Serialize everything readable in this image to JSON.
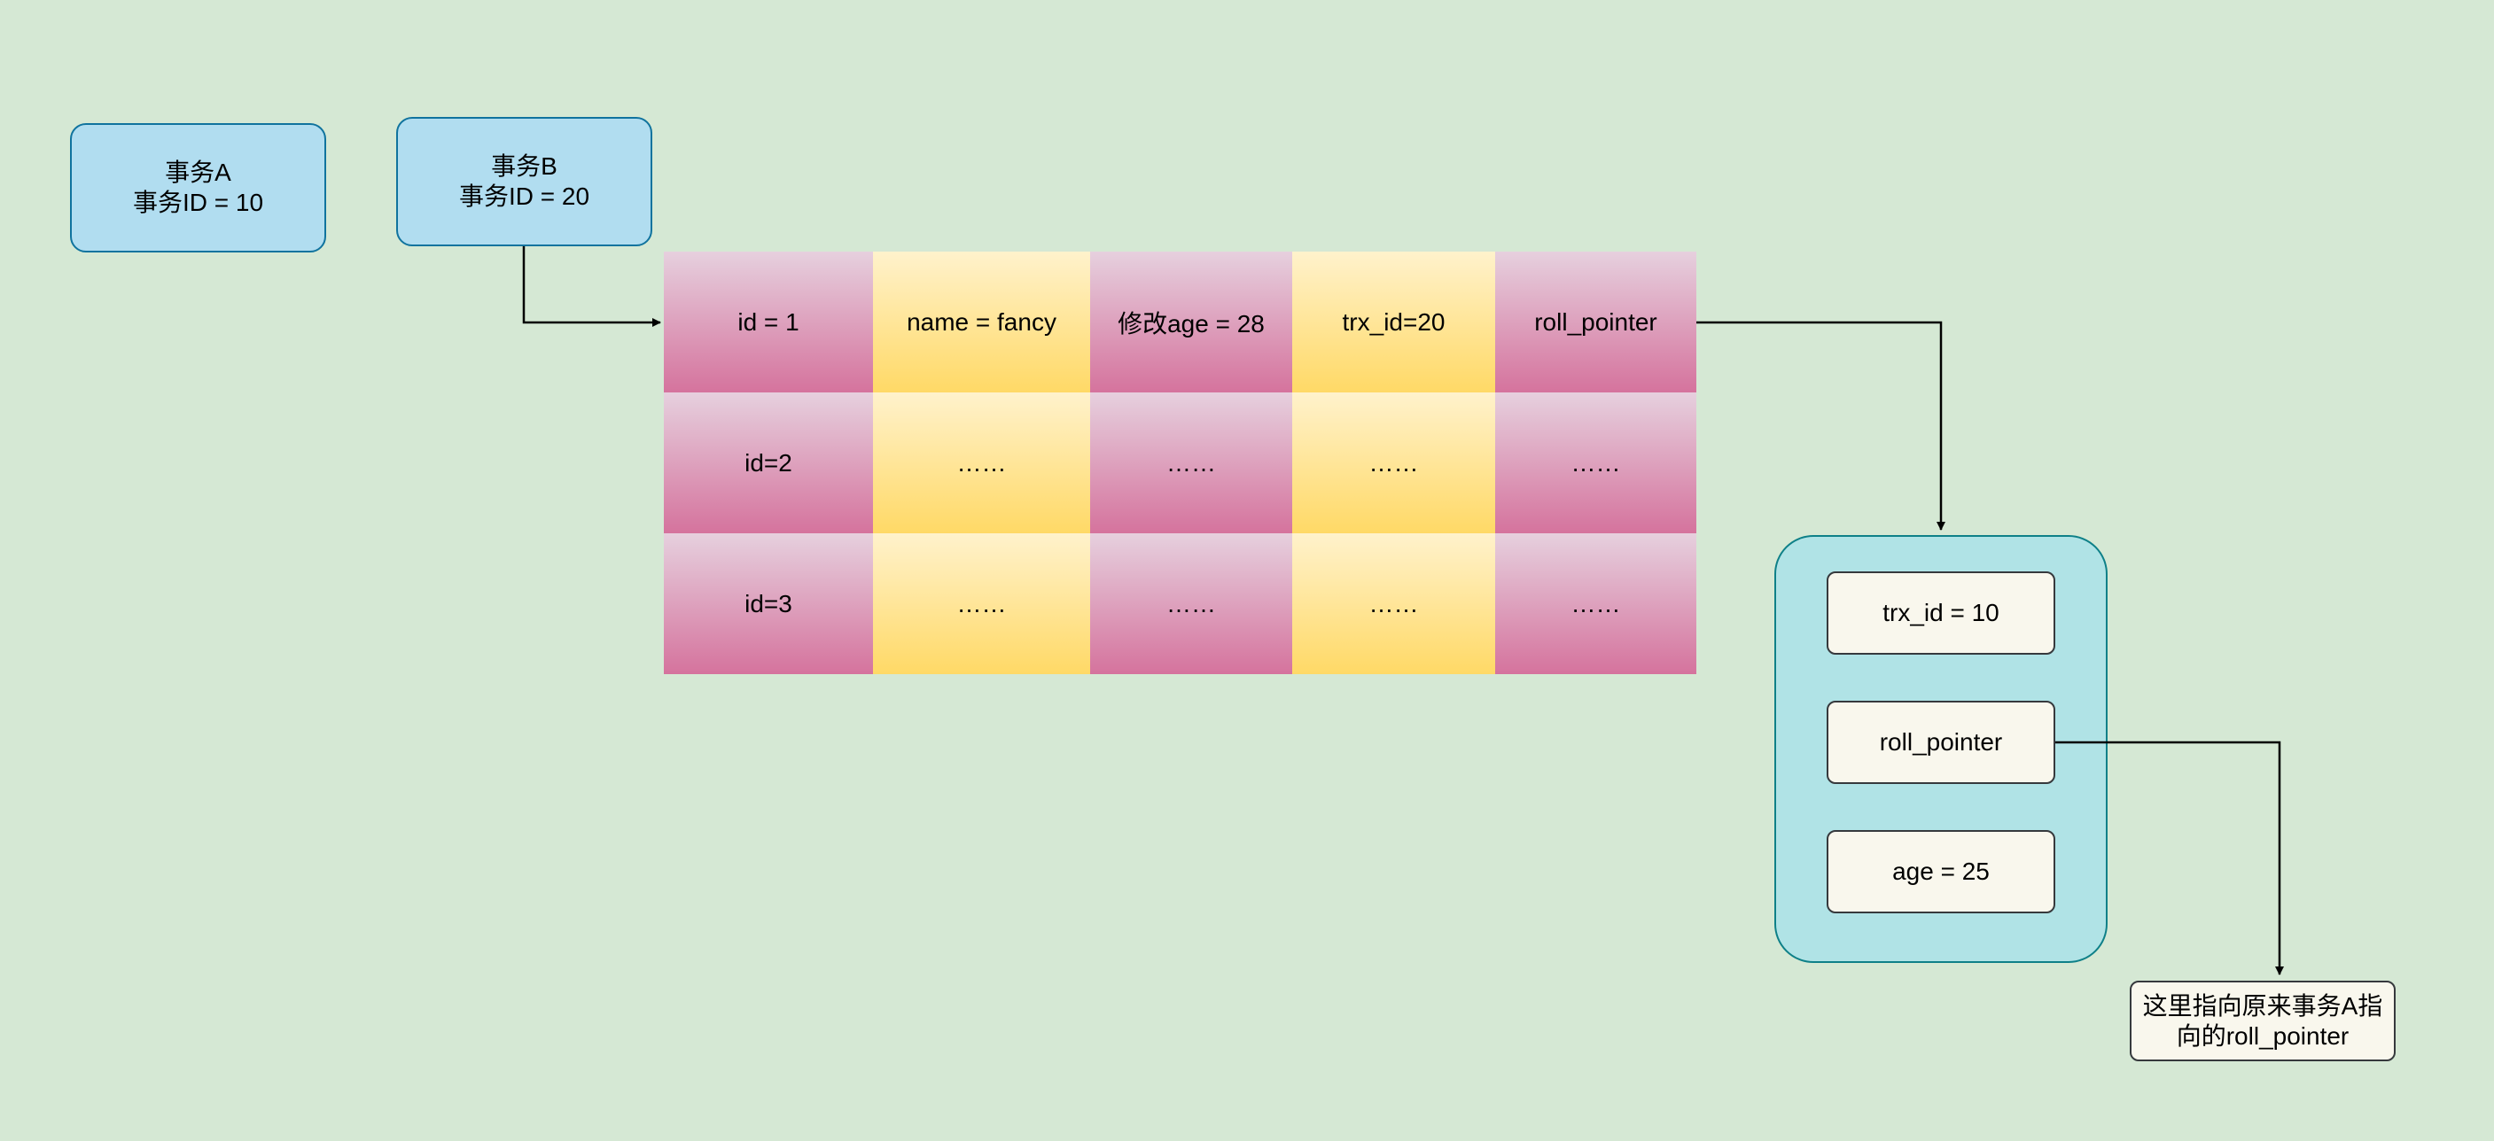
{
  "transactions": {
    "a": {
      "name": "事务A",
      "id_text": "事务ID = 10"
    },
    "b": {
      "name": "事务B",
      "id_text": "事务ID = 20"
    }
  },
  "table": {
    "rows": [
      [
        "id = 1",
        "name = fancy",
        "修改age = 28",
        "trx_id=20",
        "roll_pointer"
      ],
      [
        "id=2",
        "……",
        "……",
        "……",
        "……"
      ],
      [
        "id=3",
        "……",
        "……",
        "……",
        "……"
      ]
    ]
  },
  "undo_log": {
    "trx_id": "trx_id = 10",
    "roll_pointer": "roll_pointer",
    "age": "age = 25"
  },
  "note": {
    "line1": "这里指向原来事务A指",
    "line2": "向的roll_pointer"
  },
  "colors": {
    "background": "#d5e8d4",
    "transaction_fill": "#b1ddf0",
    "pink_cell": "#d5739d",
    "yellow_cell": "#ffd966",
    "undo_group_fill": "#b0e3e6",
    "node_fill": "#f9f7ed"
  }
}
